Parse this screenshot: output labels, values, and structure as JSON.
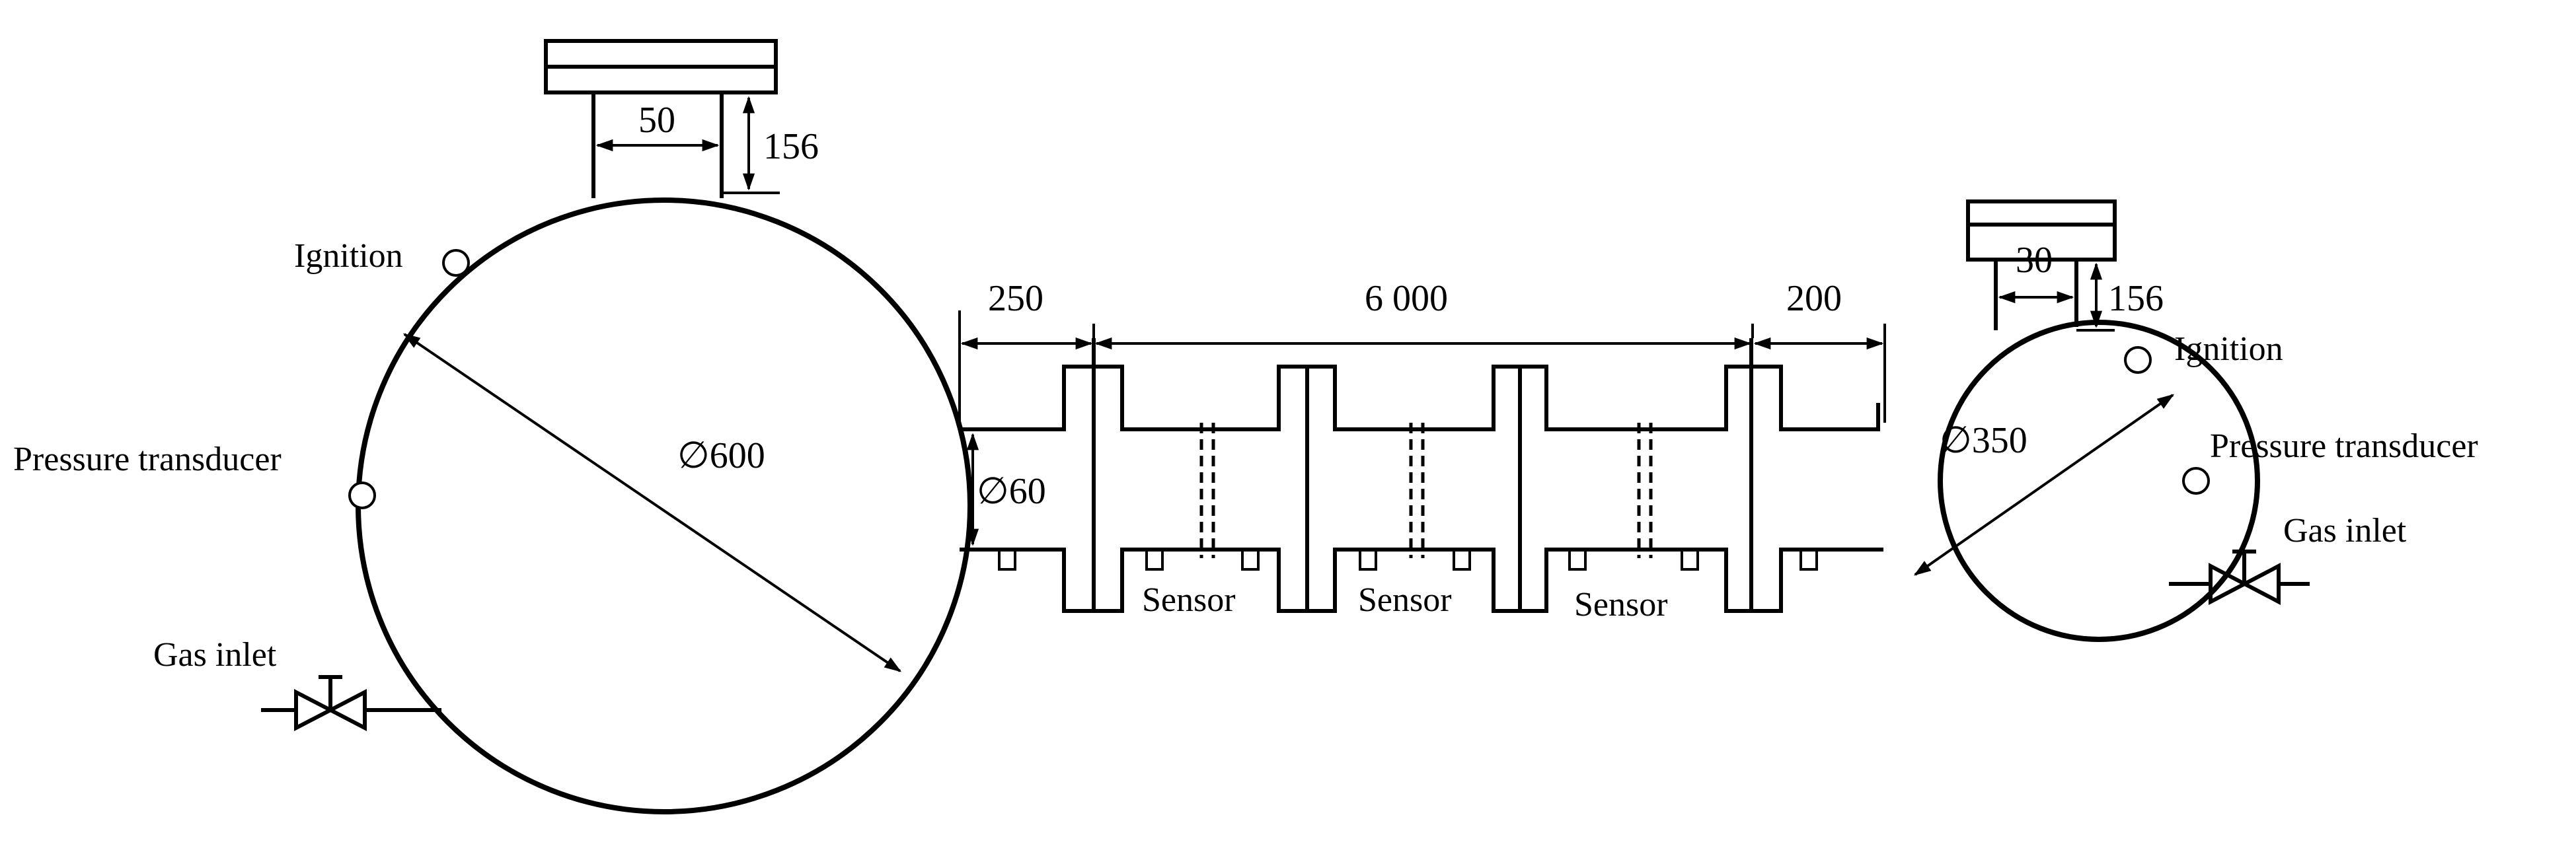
{
  "diagram": {
    "colors": {
      "line": "#000000",
      "background": "#ffffff"
    },
    "large_vessel": {
      "diameter_label": "∅600",
      "neck_width_label": "50",
      "neck_height_label": "156",
      "ignition_label": "Ignition",
      "pressure_label": "Pressure transducer",
      "gas_inlet_label": "Gas inlet"
    },
    "duct": {
      "left_gap_label": "250",
      "length_label": "6 000",
      "right_gap_label": "200",
      "diameter_label": "∅60",
      "sensor_labels": [
        "Sensor",
        "Sensor",
        "Sensor"
      ]
    },
    "small_vessel": {
      "diameter_label": "∅350",
      "neck_width_label": "30",
      "neck_height_label": "156",
      "ignition_label": "Ignition",
      "pressure_label": "Pressure transducer",
      "gas_inlet_label": "Gas inlet"
    }
  }
}
